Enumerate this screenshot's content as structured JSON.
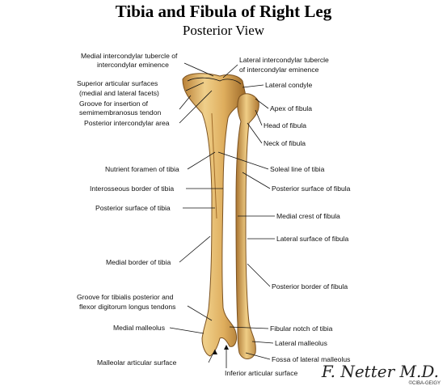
{
  "title": "Tibia and Fibula of Right Leg",
  "subtitle": "Posterior View",
  "labels_left": [
    "Medial intercondylar tubercle of",
    "intercondylar eminence",
    "Superior articular surfaces",
    "(medial and lateral facets)",
    "Groove for insertion of",
    "semimembranosus tendon",
    "Posterior intercondylar area",
    "Nutrient foramen of tibia",
    "Interosseous border of tibia",
    "Posterior surface of tibia",
    "Medial border of tibia",
    "Groove for tibialis posterior and",
    "flexor digitorum longus tendons",
    "Medial malleolus",
    "Malleolar articular surface"
  ],
  "labels_right": [
    "Lateral intercondylar tubercle",
    "of intercondylar eminence",
    "Lateral condyle",
    "Apex of fibula",
    "Head of fibula",
    "Neck of fibula",
    "Soleal line of tibia",
    "Posterior surface of fibula",
    "Medial crest of fibula",
    "Lateral surface of fibula",
    "Posterior border of fibula",
    "Fibular notch of tibia",
    "Lateral malleolus",
    "Fossa of lateral malleolus",
    "Inferior articular surface"
  ],
  "signature": "F. Netter M.D.",
  "copyright": "©CIBA-GEIGY",
  "colors": {
    "bone_light": "#e9c47a",
    "bone_mid": "#d9a455",
    "bone_dark": "#a8752f"
  }
}
